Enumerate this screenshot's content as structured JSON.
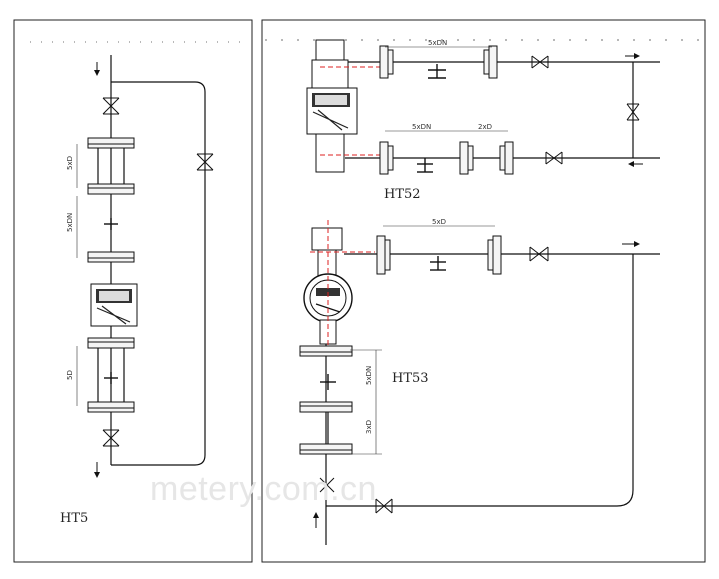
{
  "watermark": "metery.com.cn",
  "panels": {
    "left": {
      "label": "HT5"
    },
    "right_top": {
      "label": "HT52"
    },
    "right_mid": {
      "label": "HT53"
    }
  },
  "dimensions": {
    "left_a": "5xD",
    "left_b": "5xDN",
    "left_c": "5D",
    "rt_a": "5xDN",
    "rt_b": "5xDN",
    "rt_c": "2xD",
    "rm_a": "5xD",
    "rm_b": "5xDN",
    "rm_c": "3xD"
  }
}
